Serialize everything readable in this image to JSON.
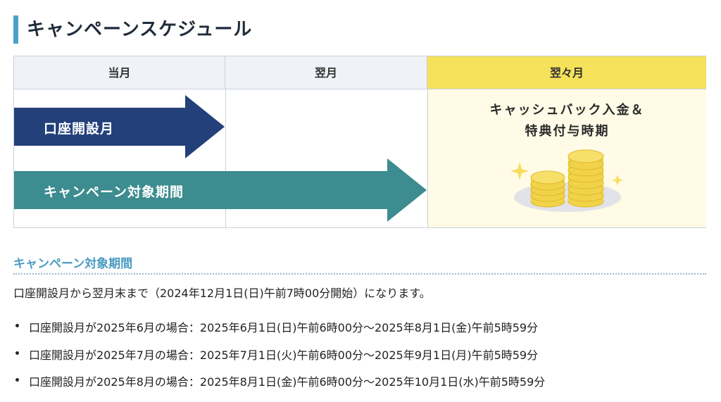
{
  "page": {
    "title": "キャンペーンスケジュール"
  },
  "schedule": {
    "headers": [
      "当月",
      "翌月",
      "翌々月"
    ],
    "arrows": [
      {
        "label": "口座開設月",
        "color": "#23407a"
      },
      {
        "label": "キャンペーン対象期間",
        "color": "#3d8c8f"
      }
    ],
    "cashback": {
      "line1": "キャッシュバック入金＆",
      "line2": "特典付与時期"
    },
    "colors": {
      "header_bg": "#eff2f6",
      "highlight_header": "#f5e25a",
      "highlight_body": "#fffbe6",
      "coin": "#f1d34a"
    }
  },
  "campaign_period": {
    "heading": "キャンペーン対象期間",
    "description": "口座開設月から翌月末まで（2024年12月1日(日)午前7時00分開始）になります。",
    "items": [
      "口座開設月が2025年6月の場合：2025年6月1日(日)午前6時00分〜2025年8月1日(金)午前5時59分",
      "口座開設月が2025年7月の場合：2025年7月1日(火)午前6時00分〜2025年9月1日(月)午前5時59分",
      "口座開設月が2025年8月の場合：2025年8月1日(金)午前6時00分〜2025年10月1日(水)午前5時59分"
    ]
  }
}
